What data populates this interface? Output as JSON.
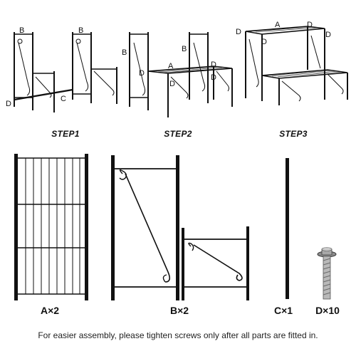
{
  "steps": [
    {
      "label": "STEP1"
    },
    {
      "label": "STEP2"
    },
    {
      "label": "STEP3"
    }
  ],
  "callouts": {
    "a": "A",
    "b": "B",
    "c": "C",
    "d": "D"
  },
  "parts": [
    {
      "label": "A×2"
    },
    {
      "label": "B×2"
    },
    {
      "label": "C×1"
    },
    {
      "label": "D×10"
    }
  ],
  "note": "For easier assembly, please tighten screws only after all parts are fitted in."
}
